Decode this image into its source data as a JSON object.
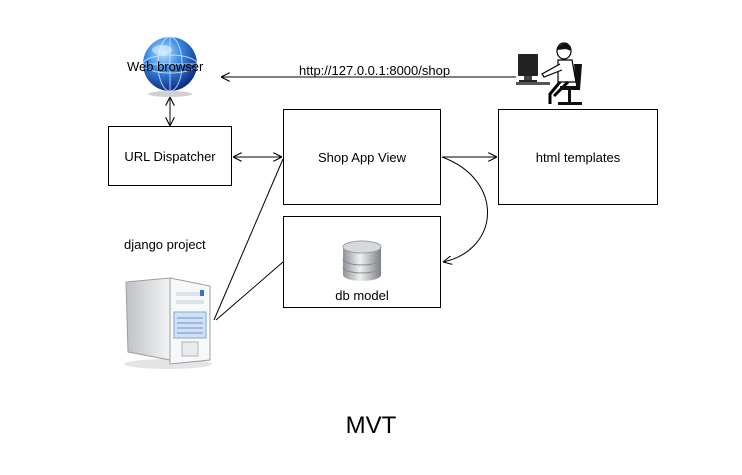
{
  "diagram": {
    "web_browser": "Web browser",
    "url": "http://127.0.0.1:8000/shop",
    "url_dispatcher": "URL Dispatcher",
    "shop_app_view": "Shop App View",
    "html_templates": "html templates",
    "db_model": "db model",
    "django_project": "django project",
    "caption": "MVT"
  },
  "icons": {
    "browser": "globe-icon",
    "user": "person-at-computer-icon",
    "database": "database-icon",
    "server": "server-tower-icon"
  },
  "colors": {
    "globe_blue": "#2f6fd0",
    "line": "#000000"
  }
}
